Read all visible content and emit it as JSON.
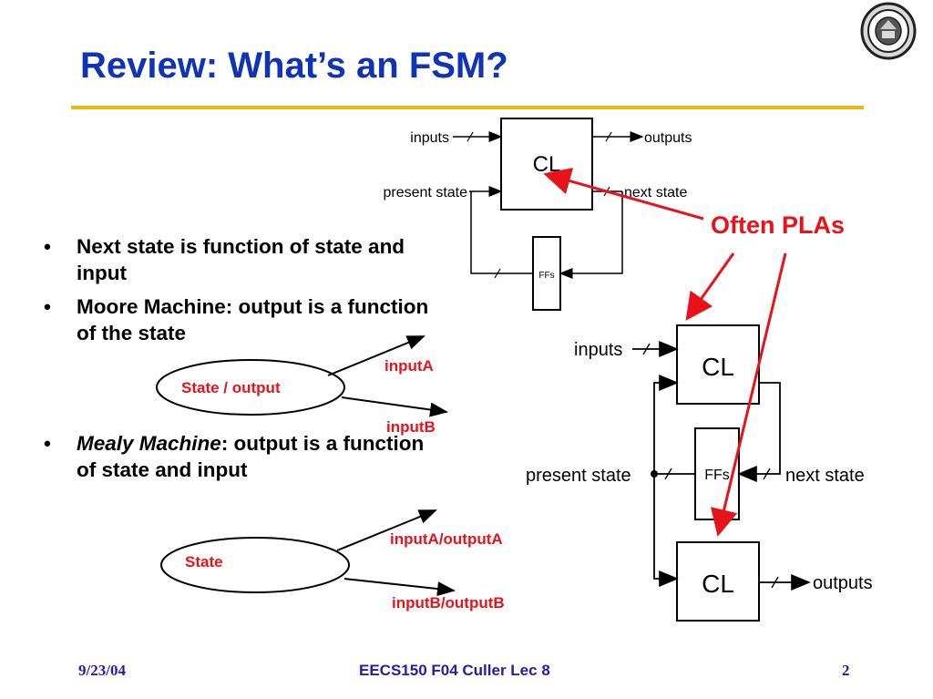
{
  "title": "Review: What’s an FSM?",
  "bullets": [
    {
      "text": "Next state is function of state and input"
    },
    {
      "text": "Moore Machine: output is a function of the state"
    },
    {
      "italic": "Mealy Machine",
      "text": ": output is a function of state and input"
    }
  ],
  "diagram_top": {
    "inputs": "inputs",
    "outputs": "outputs",
    "present_state": "present state",
    "next_state": "next state",
    "cl": "CL",
    "ffs": "FFs"
  },
  "annotation": "Often PLAs",
  "diagram_bottom": {
    "inputs": "inputs",
    "present_state": "present state",
    "next_state": "next state",
    "cl1": "CL",
    "cl2": "CL",
    "ffs": "FFs",
    "outputs": "outputs"
  },
  "moore": {
    "state": "State / output",
    "inputA": "inputA",
    "inputB": "inputB"
  },
  "mealy": {
    "state": "State",
    "inputA": "inputA/outputA",
    "inputB": "inputB/outputB"
  },
  "footer": {
    "date": "9/23/04",
    "center": "EECS150 F04 Culler Lec 8",
    "page": "2"
  },
  "colors": {
    "title": "#1133b5",
    "rule": "#e8b818",
    "annotation": "#e8131a",
    "footer": "#2a1aa8"
  }
}
